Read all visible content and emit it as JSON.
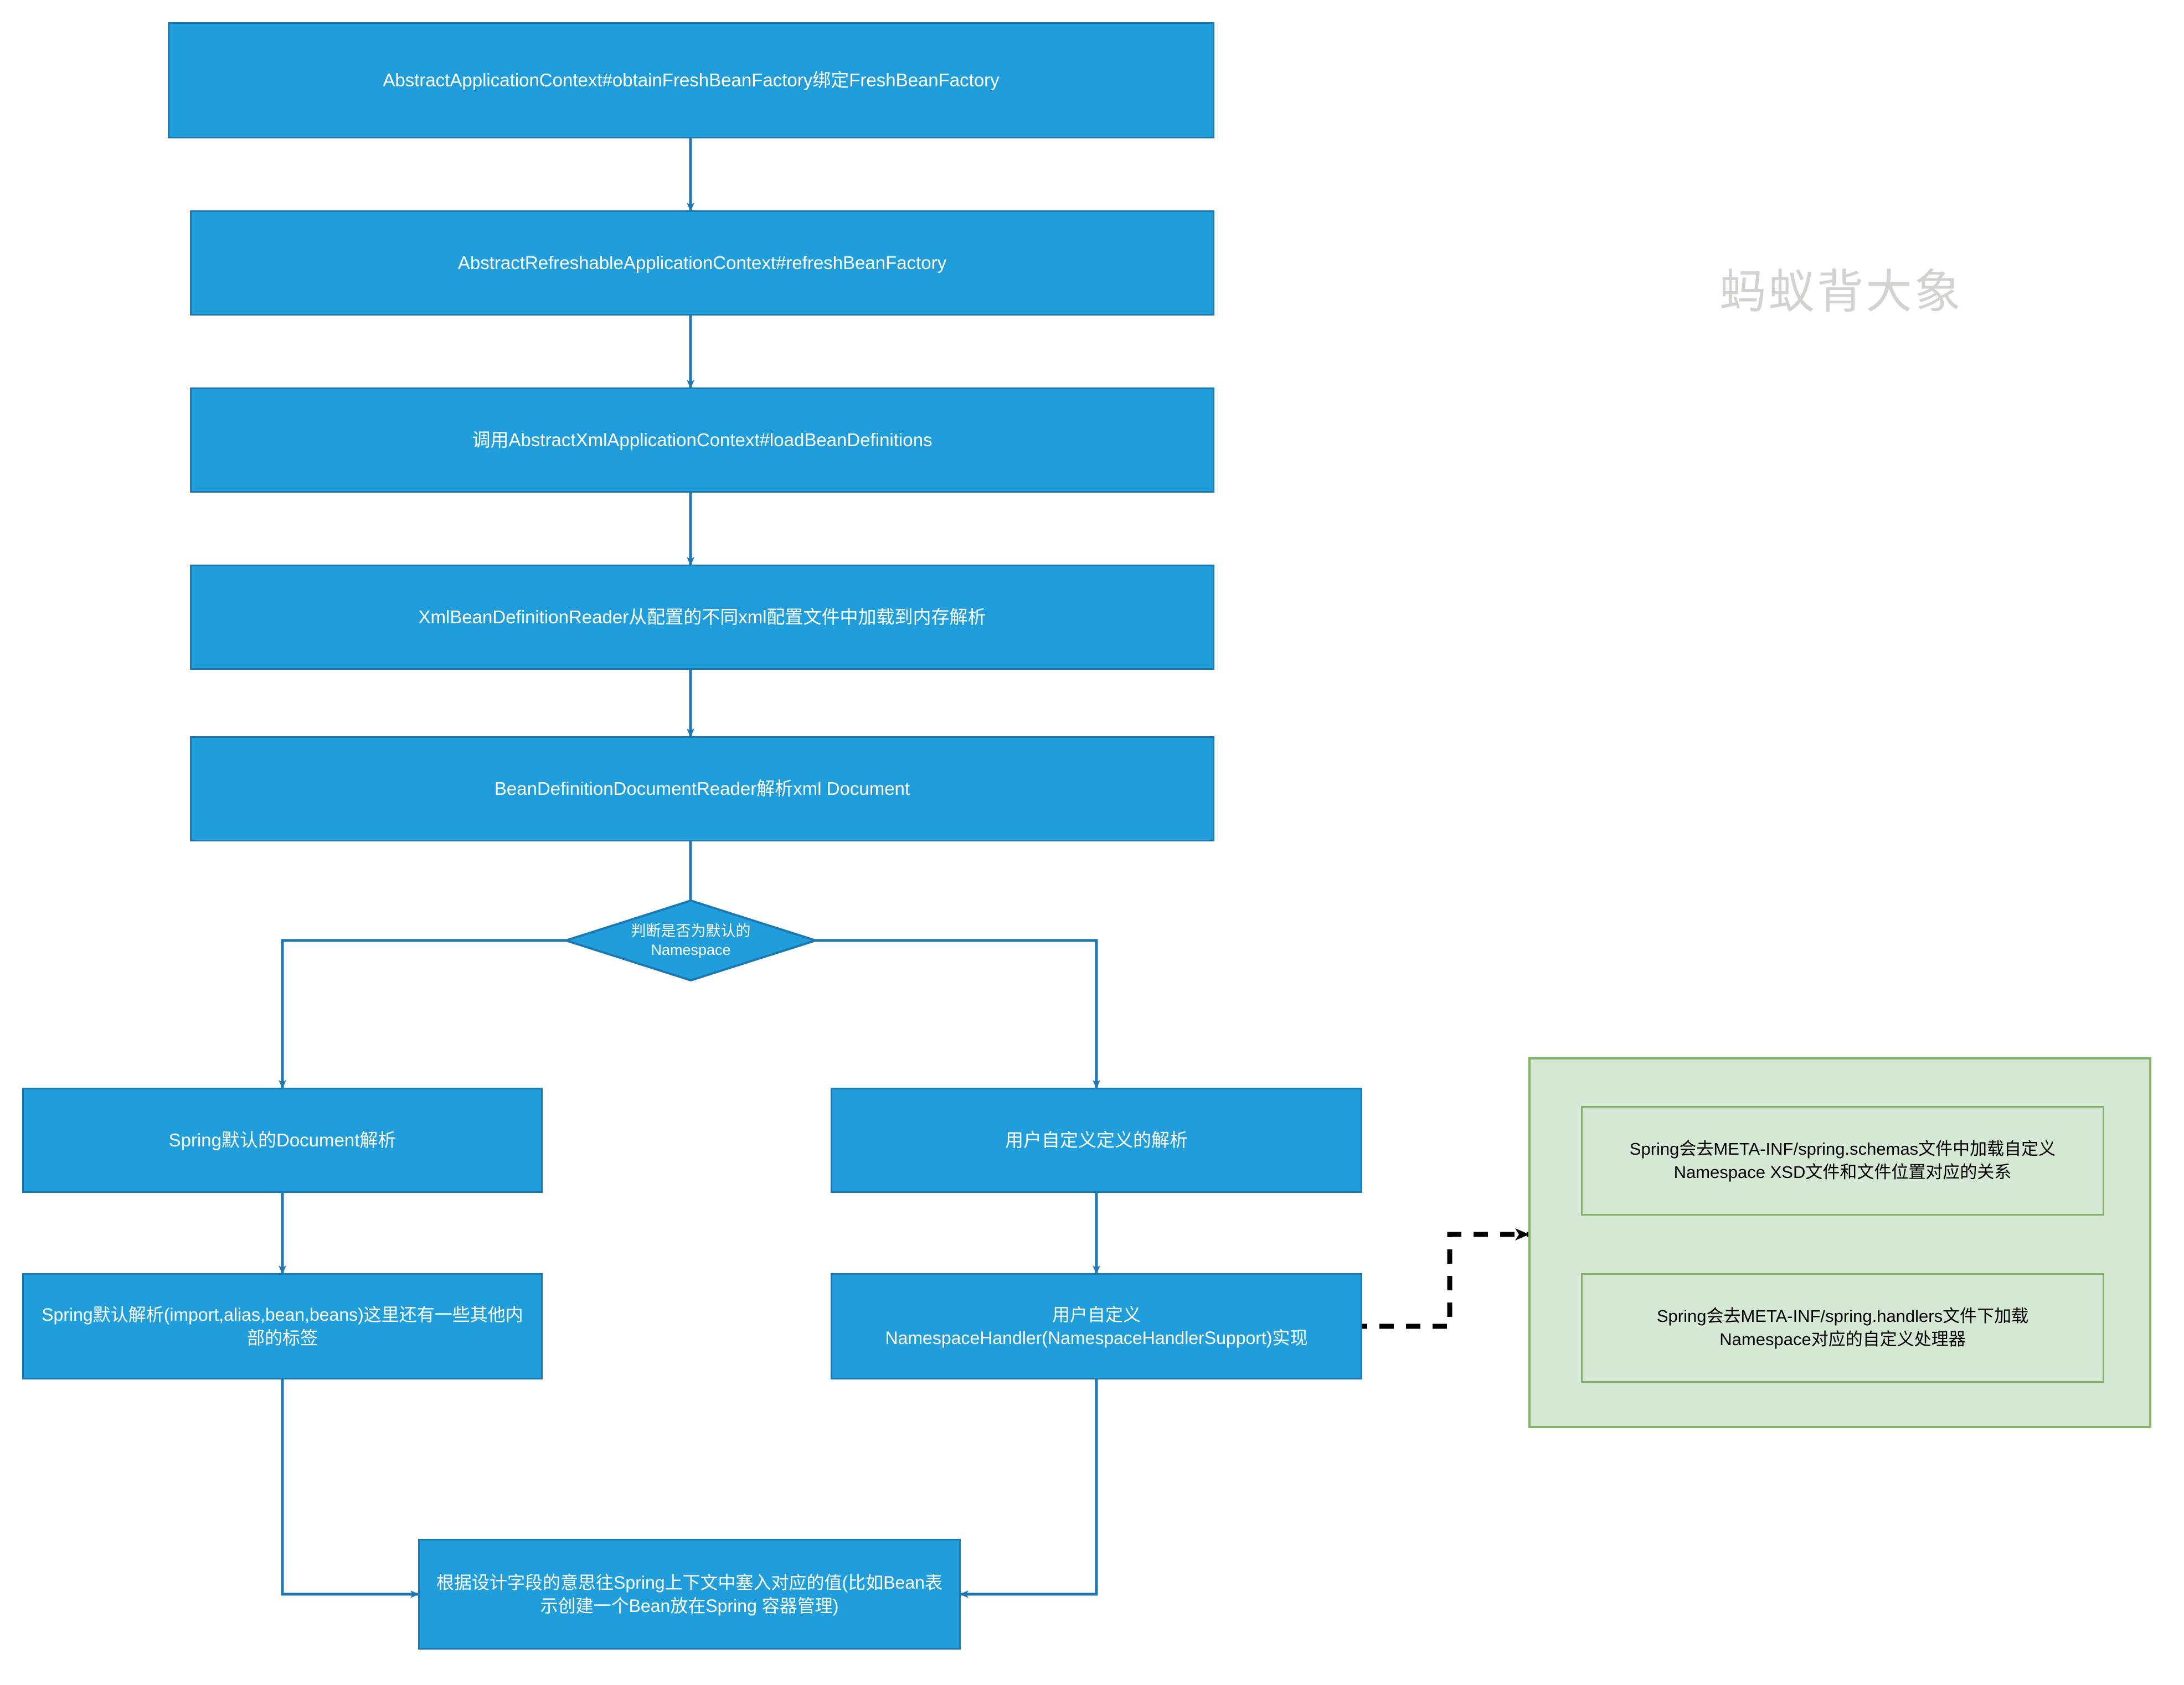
{
  "diagram": {
    "title_watermark": "蚂蚁背大象",
    "colors": {
      "process_fill": "#1f9edb",
      "process_stroke": "#1c77b3",
      "process_text": "#ffffff",
      "panel_fill": "#d5e8d4",
      "panel_stroke": "#82b366",
      "note_text": "#000000",
      "edge": "#1c77b3",
      "dashed_edge": "#000000",
      "watermark": "#d2d2d0",
      "background": "#ffffff"
    },
    "nodes": {
      "obtain_fresh_bean_factory": "AbstractApplicationContext#obtainFreshBeanFactory绑定FreshBeanFactory",
      "refresh_bean_factory": "AbstractRefreshableApplicationContext#refreshBeanFactory",
      "load_bean_definitions": "调用AbstractXmlApplicationContext#loadBeanDefinitions",
      "xml_bean_definition_reader": "XmlBeanDefinitionReader从配置的不同xml配置文件中加载到内存解析",
      "bean_definition_document_reader": "BeanDefinitionDocumentReader解析xml Document",
      "decision_namespace": "判断是否为默认的\nNamespace",
      "spring_default_document_parse": "Spring默认的Document解析",
      "user_custom_parse": "用户自定义定义的解析",
      "spring_default_tags": "Spring默认解析(import,alias,bean,beans)这里还有一些其他内部的标签",
      "user_namespace_handler": "用户自定义\nNamespaceHandler(NamespaceHandlerSupport)实现",
      "populate_spring_context": "根据设计字段的意思往Spring上下文中塞入对应的值(比如Bean表示创建一个Bean放在Spring 容器管理)"
    },
    "notes": {
      "schemas_note": "Spring会去META-INF/spring.schemas文件中加载自定义\nNamespace XSD文件和文件位置对应的关系",
      "handlers_note": "Spring会去META-INF/spring.handlers文件下加载\nNamespace对应的自定义处理器"
    }
  }
}
